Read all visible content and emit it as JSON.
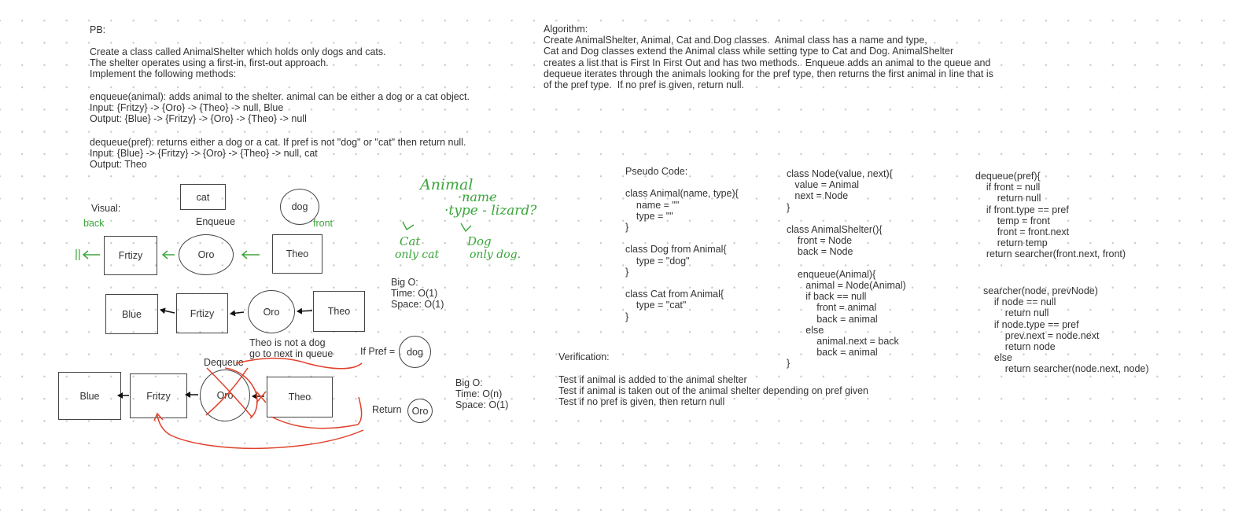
{
  "problem": {
    "heading": "PB:",
    "description": "Create a class called AnimalShelter which holds only dogs and cats.\nThe shelter operates using a first-in, first-out approach.\nImplement the following methods:",
    "enqueue_spec": "enqueue(animal): adds animal to the shelter. animal can be either a dog or a cat object.\nInput: {Fritzy} -> {Oro} -> {Theo} -> null, Blue\nOutput: {Blue} -> {Fritzy} -> {Oro} -> {Theo} -> null",
    "dequeue_spec": "dequeue(pref): returns either a dog or a cat. If pref is not \"dog\" or \"cat\" then return null.\nInput: {Blue} -> {Fritzy} -> {Oro} -> {Theo} -> null, cat\nOutput: Theo"
  },
  "algorithm": {
    "text": "Algorithm:\nCreate AnimalShelter, Animal, Cat and Dog classes.  Animal class has a name and type,\nCat and Dog classes extend the Animal class while setting type to Cat and Dog. AnimalShelter\ncreates a list that is First In First Out and has two methods.  Enqueue adds an animal to the queue and\ndequeue iterates through the animals looking for the pref type, then returns the first animal in line that is\nof the pref type.  If no pref is given, return null."
  },
  "visual": {
    "label": "Visual:",
    "cat": "cat",
    "dog": "dog",
    "enqueue": "Enqueue",
    "back": "back",
    "front": "front",
    "null_mark": "||",
    "row1": [
      "Frtizy",
      "Oro",
      "Theo"
    ],
    "row2": [
      "Blue",
      "Frtizy",
      "Oro",
      "Theo"
    ],
    "bigo1": "Big O:\nTime: O(1)\nSpace: O(1)",
    "note": "Theo is not a dog\ngo to next in queue",
    "dequeue": "Dequeue",
    "if_pref": "If Pref =",
    "if_pref_val": "dog",
    "row3": [
      "Blue",
      "Fritzy",
      "Oro",
      "Theo"
    ],
    "return_label": "Return",
    "return_val": "Oro",
    "bigo2": "Big O:\nTime: O(n)\nSpace: O(1)"
  },
  "handwritten": {
    "title": "Animal",
    "line1": "·name",
    "line2": "·type - lizard?",
    "cat1": "Cat",
    "cat2": "only cat",
    "dog1": "Dog",
    "dog2": "only dog."
  },
  "pseudo": {
    "col1": "Pseudo Code:\n\nclass Animal(name, type){\n    name = \"\"\n    type = \"\"\n}\n\nclass Dog from Animal{\n    type = \"dog\"\n}\n\nclass Cat from Animal{\n    type = \"cat\"\n}",
    "col2": "class Node(value, next){\n   value = Animal\n   next = Node\n}\n\nclass AnimalShelter(){\n    front = Node\n    back = Node\n\n    enqueue(Animal){\n       animal = Node(Animal)\n       if back == null\n           front = animal\n           back = animal\n       else\n           animal.next = back\n           back = animal\n}",
    "col3": "dequeue(pref){\n    if front = null\n        return null\n    if front.type == pref\n        temp = front\n        front = front.next\n        return temp\n    return searcher(front.next, front)",
    "col4": "searcher(node, prevNode)\n    if node == null\n        return null\n    if node.type == pref\n        prev.next = node.next\n        return node\n    else\n        return searcher(node.next, node)"
  },
  "verification": {
    "heading": "Verification:",
    "lines": "Test if animal is added to the animal shelter\nTest if animal is taken out of the animal shelter depending on pref given\nTest if no pref is given, then return null"
  }
}
